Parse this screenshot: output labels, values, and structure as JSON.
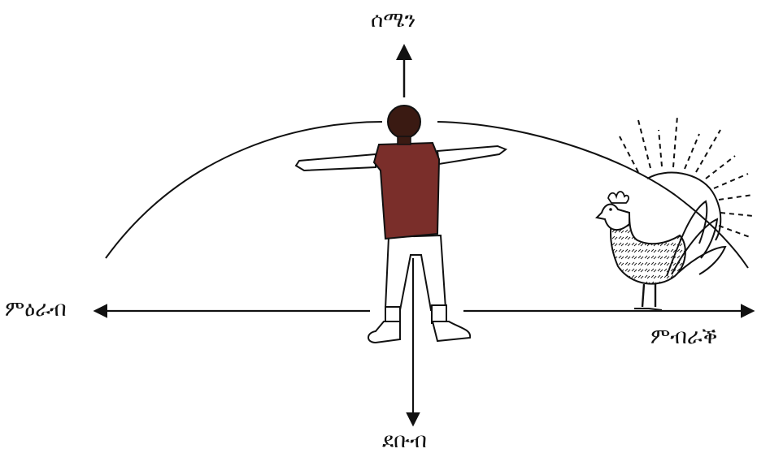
{
  "directions": {
    "north": "ሰሜን",
    "south": "ደቡብ",
    "west": "ምዕራብ",
    "east": "ምብራቕ"
  },
  "colors": {
    "ink": "#111111",
    "shirt": "#7a2e2a",
    "head": "#3a1a12",
    "background": "#ffffff"
  },
  "icons": [
    "person-figure",
    "rooster-icon",
    "sun-icon"
  ]
}
